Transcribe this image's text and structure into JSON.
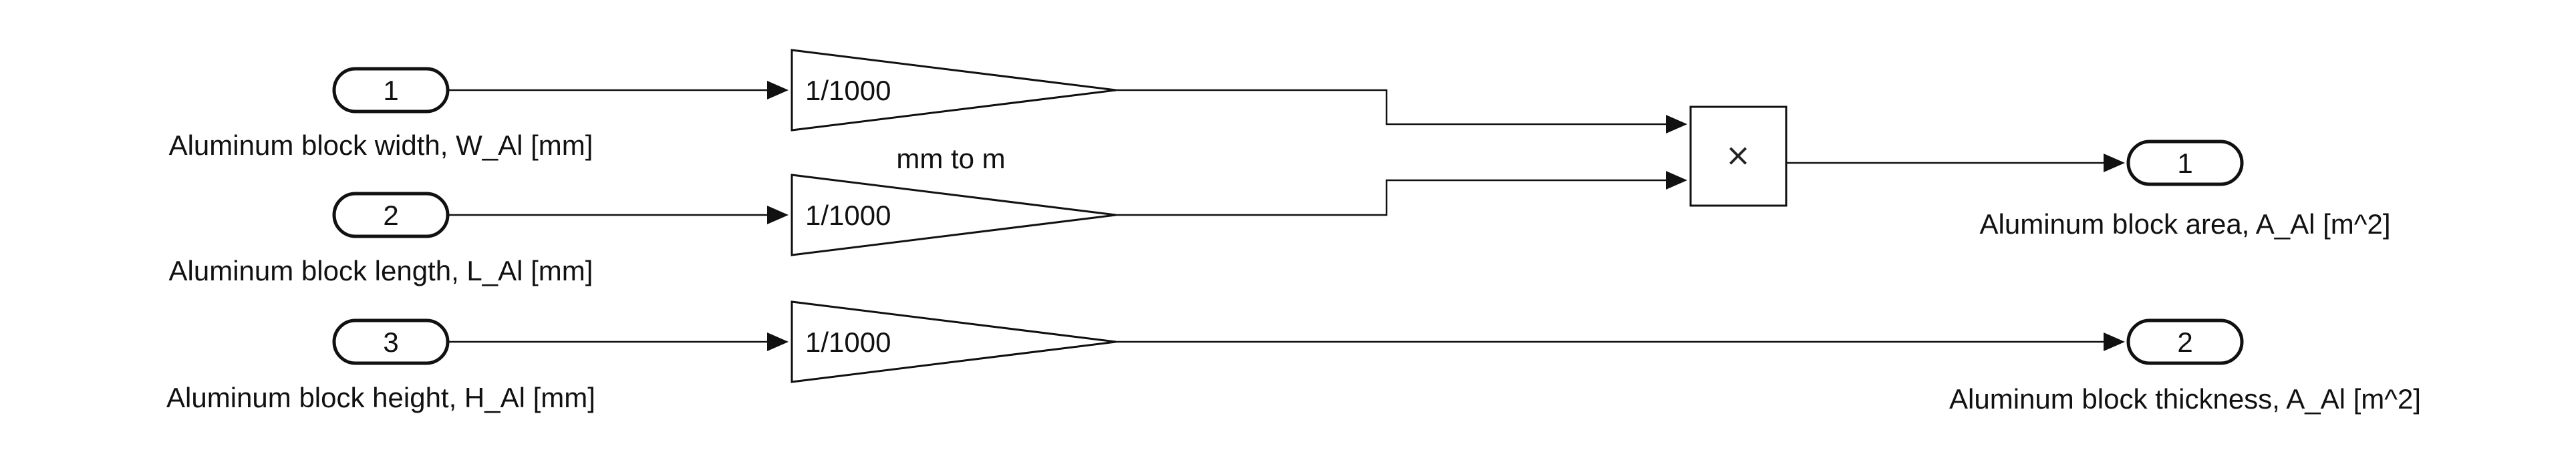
{
  "inports": [
    {
      "number": "1",
      "label": "Aluminum block width, W_Al [mm]"
    },
    {
      "number": "2",
      "label": "Aluminum block length, L_Al [mm]"
    },
    {
      "number": "3",
      "label": "Aluminum block height, H_Al [mm]"
    }
  ],
  "gains": [
    {
      "value": "1/1000"
    },
    {
      "value": "1/1000"
    },
    {
      "value": "1/1000"
    }
  ],
  "gain_group_label": "mm to m",
  "product": {
    "symbol": "×"
  },
  "outports": [
    {
      "number": "1",
      "label": "Aluminum block area, A_Al [m^2]"
    },
    {
      "number": "2",
      "label": "Aluminum block thickness, A_Al [m^2]"
    }
  ]
}
